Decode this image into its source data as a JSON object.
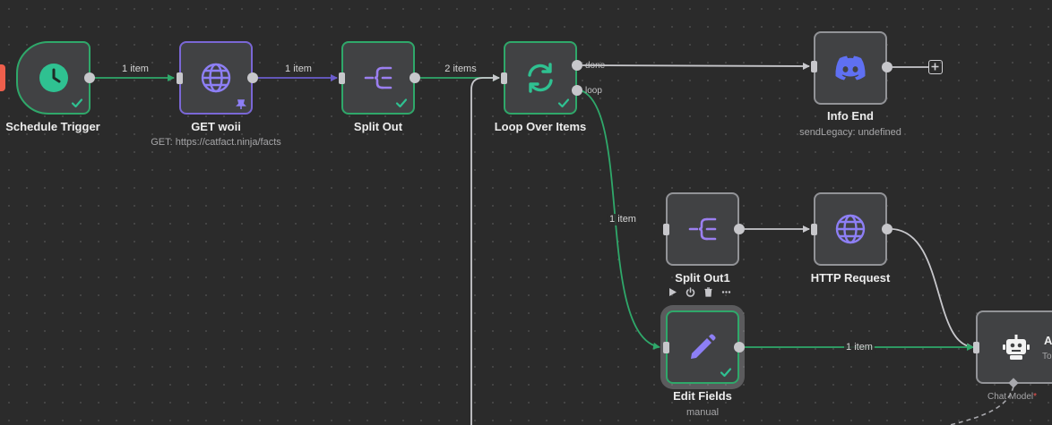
{
  "canvas": {
    "colors": {
      "background": "#2b2b2b",
      "node_fill": "#414244",
      "success_border": "#2fa86a",
      "pinned_border": "#7a67d6",
      "default_border": "#929397",
      "success_edge": "#2fa86a",
      "pinned_edge": "#6b5ccc",
      "default_edge": "#c8c8cc"
    }
  },
  "nodes": {
    "schedule_trigger": {
      "label": "Schedule Trigger",
      "icon": "clock-icon",
      "status": "success"
    },
    "get_woii": {
      "label": "GET woii",
      "subtitle": "GET: https://catfact.ninja/facts",
      "icon": "globe-icon",
      "status": "pinned"
    },
    "split_out": {
      "label": "Split Out",
      "icon": "split-out-icon",
      "status": "success"
    },
    "loop_over_items": {
      "label": "Loop Over Items",
      "icon": "loop-icon",
      "status": "success",
      "output_done": "done",
      "output_loop": "loop"
    },
    "info_end": {
      "label": "Info End",
      "subtitle": "sendLegacy: undefined",
      "icon": "discord-icon"
    },
    "split_out1": {
      "label": "Split Out1",
      "icon": "split-out-icon"
    },
    "http_request": {
      "label": "HTTP Request",
      "icon": "globe-icon"
    },
    "edit_fields": {
      "label": "Edit Fields",
      "subtitle": "manual",
      "icon": "pencil-icon",
      "status": "success"
    },
    "ai_agent": {
      "label_partial": "A",
      "subtitle_partial": "To",
      "icon": "robot-icon",
      "sub_input": "Chat Model",
      "required_mark": "*"
    }
  },
  "edges": {
    "trigger_to_get": "1 item",
    "get_to_split": "1 item",
    "split_to_loop": "2 items",
    "loop_to_edit": "1 item",
    "edit_to_agent": "1 item"
  },
  "toolbar": {
    "actions": [
      "play-icon",
      "power-icon",
      "trash-icon",
      "more-icon"
    ]
  }
}
